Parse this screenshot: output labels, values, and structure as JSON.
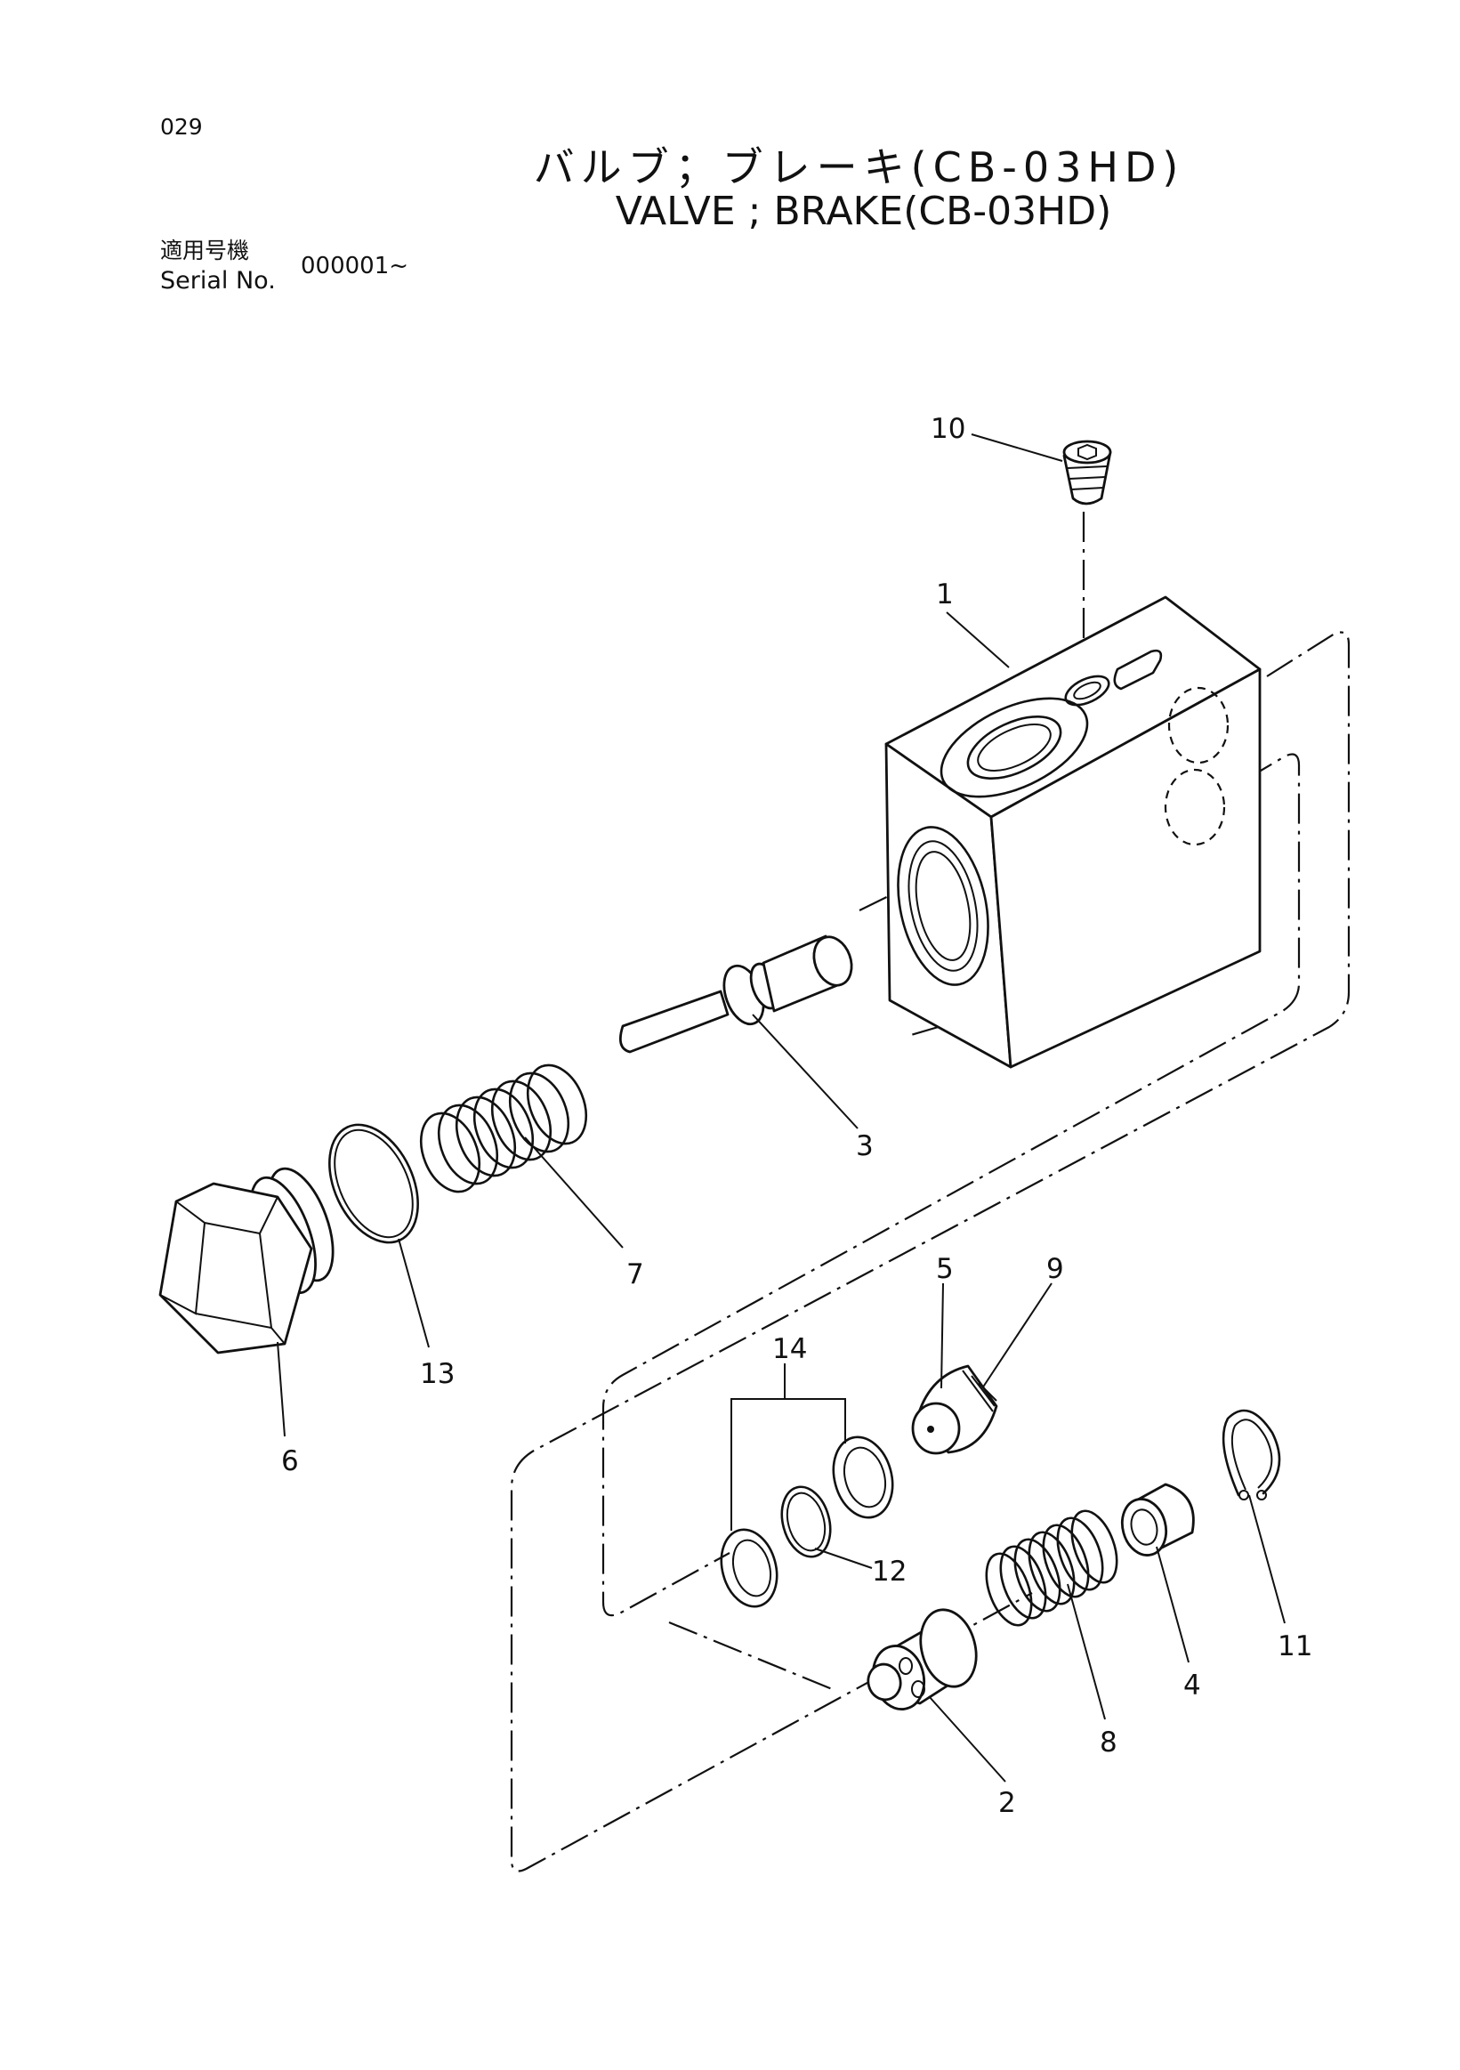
{
  "header": {
    "page_number": "029",
    "title_jp": "バルブ；ブレーキ(CB-03HD)",
    "title_en": "VALVE ; BRAKE(CB-03HD)",
    "serial_label_jp": "適用号機",
    "serial_label_en": "Serial No.",
    "serial_value": "000001~"
  },
  "callouts": {
    "c1": "1",
    "c2": "2",
    "c3": "3",
    "c4": "4",
    "c5": "5",
    "c6": "6",
    "c7": "7",
    "c8": "8",
    "c9": "9",
    "c10": "10",
    "c11": "11",
    "c12": "12",
    "c13": "13",
    "c14": "14"
  }
}
